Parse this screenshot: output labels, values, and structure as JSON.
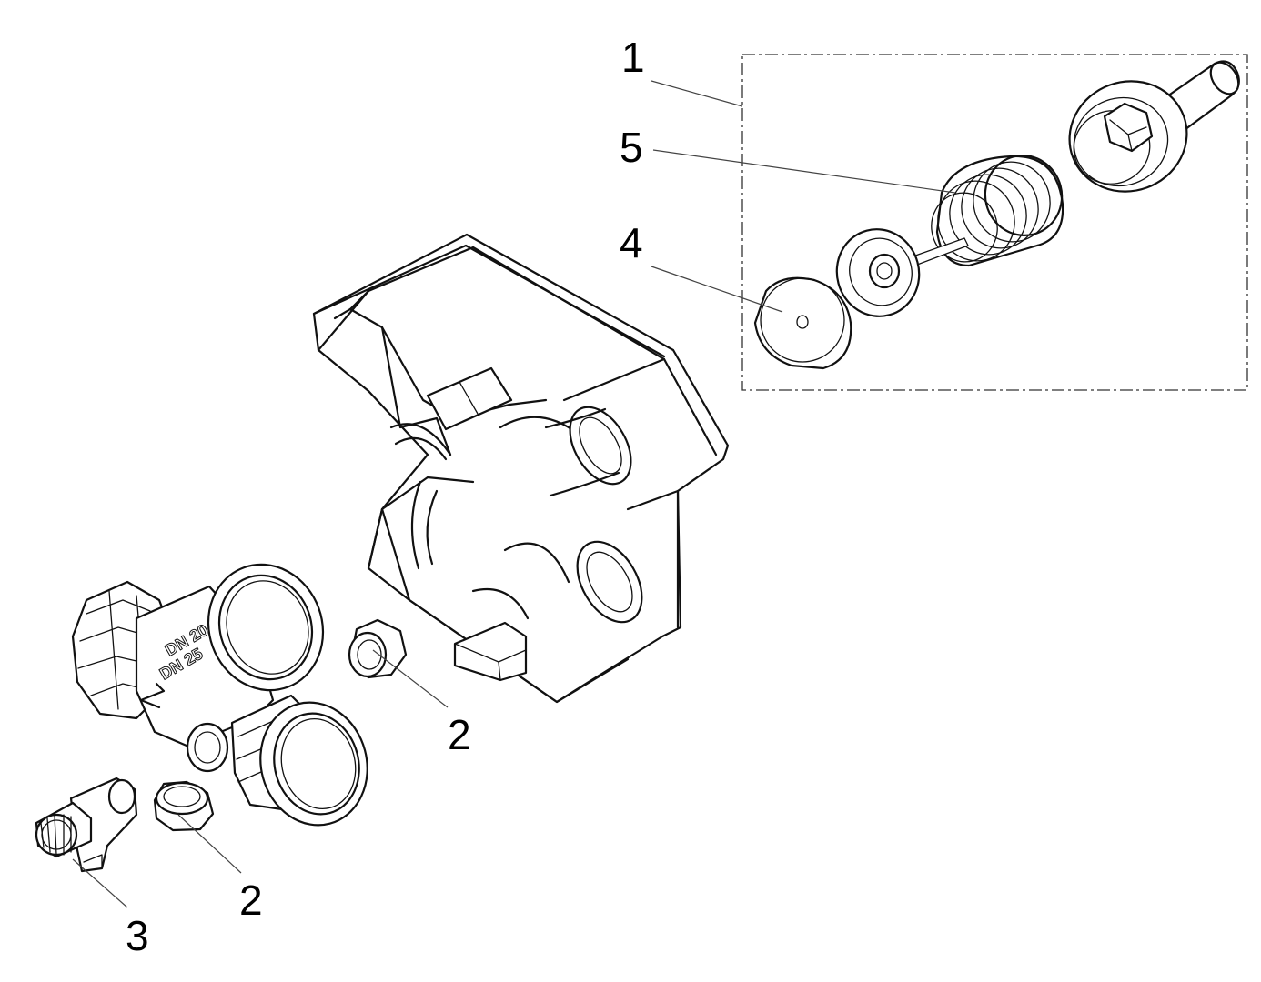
{
  "callouts": {
    "c1": "1",
    "c2a": "2",
    "c2b": "2",
    "c3": "3",
    "c4": "4",
    "c5": "5"
  },
  "colors": {
    "line": "#111111",
    "background": "#ffffff"
  }
}
